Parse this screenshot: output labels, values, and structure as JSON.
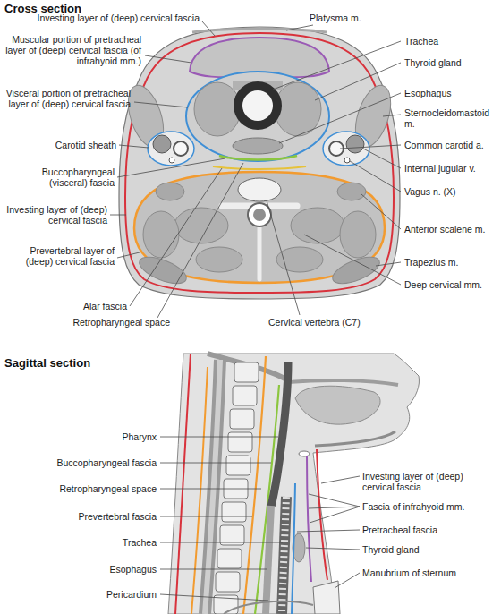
{
  "diagram": {
    "labels": [
      "Cross section",
      "Investing layer of (deep) cervical fascia",
      "Platysma m.",
      "Muscular portion of pretracheal layer of (deep) cervical fascia (of infrahyoid mm.)",
      "Trachea",
      "Thyroid gland",
      "Visceral portion of pretracheal layer of (deep) cervical fascia",
      "Esophagus",
      "Sternocleidomastoid m.",
      "Carotid sheath",
      "Common carotid a.",
      "Buccopharyngeal (visceral) fascia",
      "Internal jugular v.",
      "Investing layer of (deep) cervical fascia",
      "Vagus n. (X)",
      "Anterior scalene m.",
      "Prevertebral layer of (deep) cervical fascia",
      "Trapezius m.",
      "Deep cervical mm.",
      "Alar fascia",
      "Retropharyngeal space",
      "Cervical vertebra (C7)",
      "Sagittal section",
      "Pharynx",
      "Buccopharyngeal fascia",
      "Retropharyngeal space",
      "Prevertebral fascia",
      "Trachea",
      "Esophagus",
      "Pericardium",
      "Investing layer of (deep) cervical fascia",
      "Fascia of infrahyoid mm.",
      "Pretracheal fascia",
      "Thyroid gland",
      "Manubrium of sternum"
    ]
  }
}
